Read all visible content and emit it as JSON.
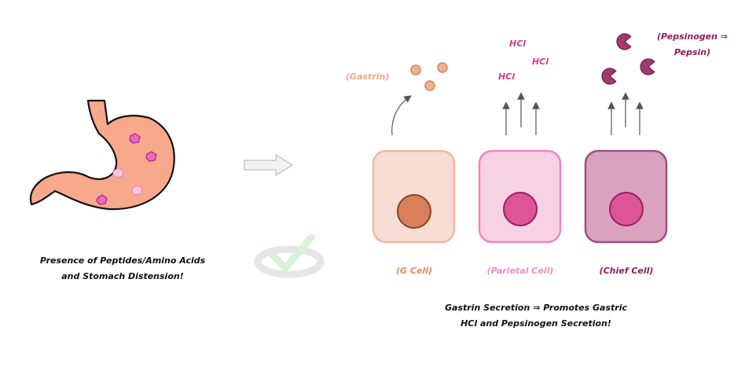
{
  "left_caption": {
    "line1": "Presence of Peptides/Amino Acids",
    "line2": "and Stomach Distension!"
  },
  "secretions": {
    "gastrin": "(Gastrin)",
    "hcl_labels": [
      "HCl",
      "HCl",
      "HCl"
    ],
    "pepsinogen_line1": "(Pepsinogen ⇒",
    "pepsinogen_line2": "Pepsin)"
  },
  "cells": {
    "g_cell": "(G Cell)",
    "parietal_cell": "(Parietal Cell)",
    "chief_cell": "(Chief Cell)"
  },
  "bottom_caption": {
    "line1": "Gastrin Secretion ⇒ Promotes Gastric",
    "line2": "HCl and Pepsinogen Secretion!"
  },
  "colors": {
    "stomach_fill": "#f8a98c",
    "g_cell_fill": "#f7ddd3",
    "g_cell_border": "#f0b9a0",
    "g_nucleus": "#d9805a",
    "parietal_fill": "#f6d2e3",
    "parietal_border": "#ef86c2",
    "parietal_nucleus": "#dd5497",
    "chief_fill": "#d9a3c0",
    "chief_border": "#a04d80",
    "chief_nucleus": "#dd5497",
    "pepsin_fill": "#a33a6e"
  }
}
